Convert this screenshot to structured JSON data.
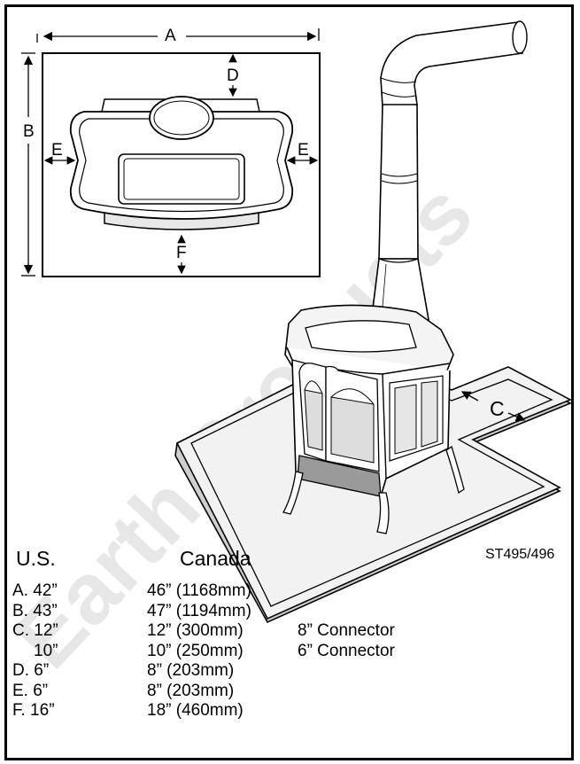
{
  "diagram": {
    "labels": {
      "a": "A",
      "b": "B",
      "c": "C",
      "d": "D",
      "e": "E",
      "f": "F"
    },
    "part_code": "ST495/496",
    "watermark": "Earth Products"
  },
  "table": {
    "header_us": "U.S.",
    "header_canada": "Canada",
    "rows": [
      {
        "us": "A. 42”",
        "canada": "46” (1168mm)",
        "note": ""
      },
      {
        "us": "B. 43”",
        "canada": "47” (1194mm)",
        "note": ""
      },
      {
        "us": "C. 12”",
        "canada": "12” (300mm)",
        "note": "8” Connector"
      },
      {
        "us": "10”",
        "canada": "10” (250mm)",
        "note": "6” Connector"
      },
      {
        "us": "D. 6”",
        "canada": "8” (203mm)",
        "note": ""
      },
      {
        "us": "E. 6”",
        "canada": "8” (203mm)",
        "note": ""
      },
      {
        "us": "F. 16”",
        "canada": "18” (460mm)",
        "note": ""
      }
    ]
  }
}
